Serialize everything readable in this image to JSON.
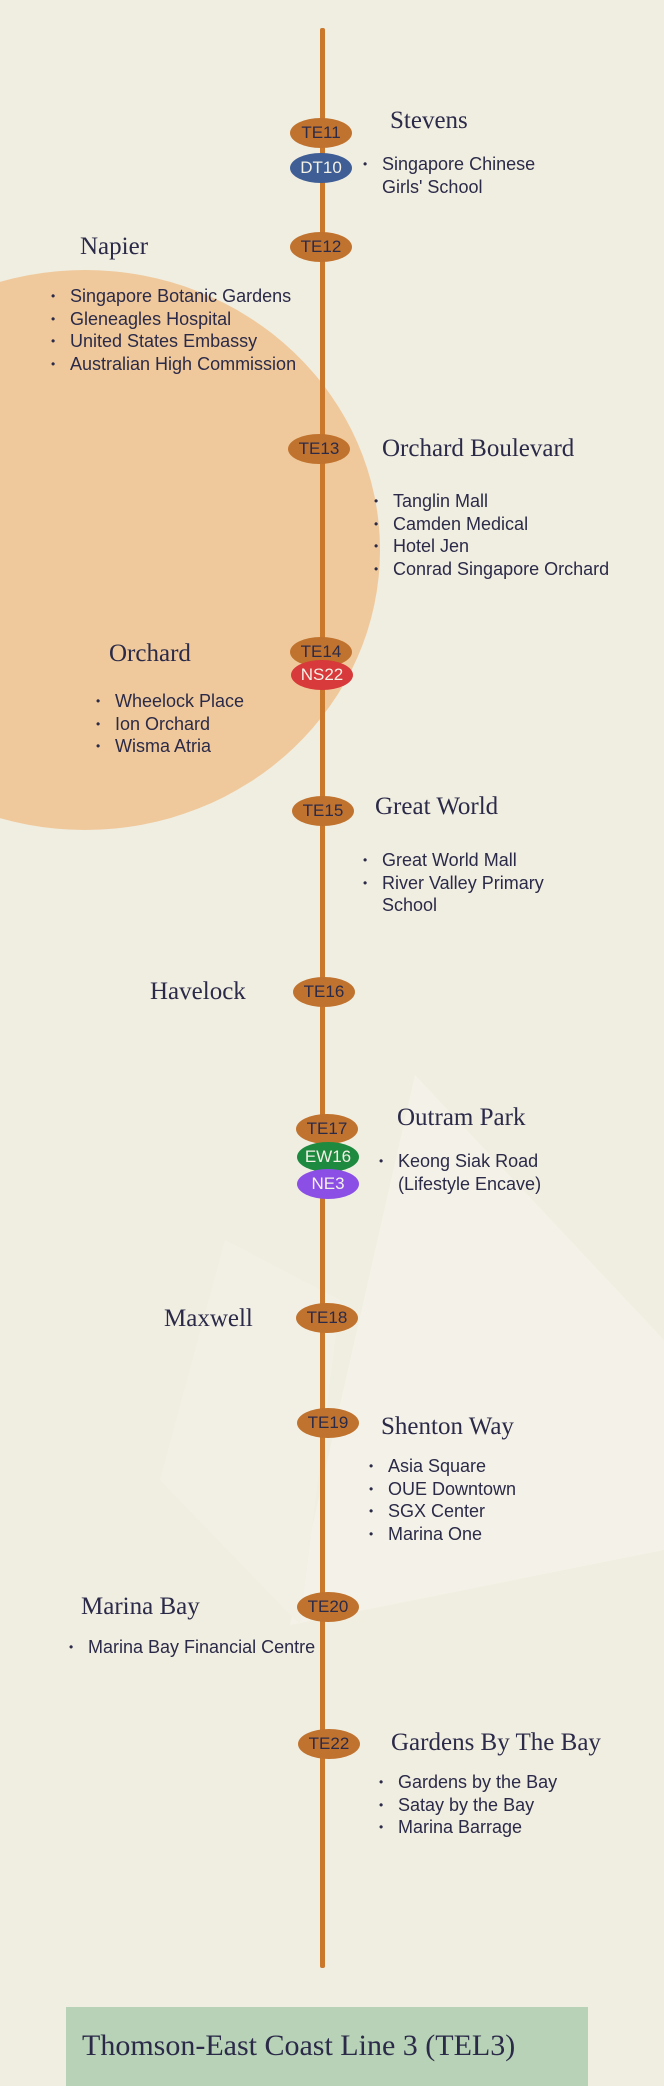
{
  "colors": {
    "background": "#f0ede1",
    "route_line": "#c9782c",
    "highlight_circle": "#efc99b",
    "footer_background": "#b7d2b6",
    "text": "#2b2a48"
  },
  "title": "Thomson-East Coast Line 3 (TEL3)",
  "stations": [
    {
      "name": "Stevens",
      "codes": [
        {
          "code": "TE11",
          "color": "#c0732e"
        },
        {
          "code": "DT10",
          "color": "#3f5e95"
        }
      ],
      "poi": [
        "Singapore Chinese Girls' School"
      ]
    },
    {
      "name": "Napier",
      "codes": [
        {
          "code": "TE12",
          "color": "#c0732e"
        }
      ],
      "poi": [
        "Singapore Botanic Gardens",
        "Gleneagles Hospital",
        "United States Embassy",
        "Australian High Commission"
      ]
    },
    {
      "name": "Orchard Boulevard",
      "codes": [
        {
          "code": "TE13",
          "color": "#c0732e"
        }
      ],
      "poi": [
        "Tanglin Mall",
        "Camden Medical",
        "Hotel Jen",
        "Conrad Singapore Orchard"
      ]
    },
    {
      "name": "Orchard",
      "codes": [
        {
          "code": "TE14",
          "color": "#c0732e"
        },
        {
          "code": "NS22",
          "color": "#d8393a"
        }
      ],
      "poi": [
        "Wheelock Place",
        "Ion Orchard",
        "Wisma Atria"
      ]
    },
    {
      "name": "Great World",
      "codes": [
        {
          "code": "TE15",
          "color": "#c0732e"
        }
      ],
      "poi": [
        "Great World Mall",
        "River Valley Primary School"
      ]
    },
    {
      "name": "Havelock",
      "codes": [
        {
          "code": "TE16",
          "color": "#c0732e"
        }
      ],
      "poi": []
    },
    {
      "name": "Outram Park",
      "codes": [
        {
          "code": "TE17",
          "color": "#c0732e"
        },
        {
          "code": "EW16",
          "color": "#1d8a3f"
        },
        {
          "code": "NE3",
          "color": "#8b4fe6"
        }
      ],
      "poi": [
        "Keong Siak Road (Lifestyle Encave)"
      ]
    },
    {
      "name": "Maxwell",
      "codes": [
        {
          "code": "TE18",
          "color": "#c0732e"
        }
      ],
      "poi": []
    },
    {
      "name": "Shenton Way",
      "codes": [
        {
          "code": "TE19",
          "color": "#c0732e"
        }
      ],
      "poi": [
        "Asia Square",
        "OUE Downtown",
        "SGX Center",
        "Marina One"
      ]
    },
    {
      "name": "Marina Bay",
      "codes": [
        {
          "code": "TE20",
          "color": "#c0732e"
        }
      ],
      "poi": [
        "Marina Bay Financial Centre"
      ]
    },
    {
      "name": "Gardens By The Bay",
      "codes": [
        {
          "code": "TE22",
          "color": "#c0732e"
        }
      ],
      "poi": [
        "Gardens by the Bay",
        "Satay by the Bay",
        "Marina Barrage"
      ]
    }
  ]
}
